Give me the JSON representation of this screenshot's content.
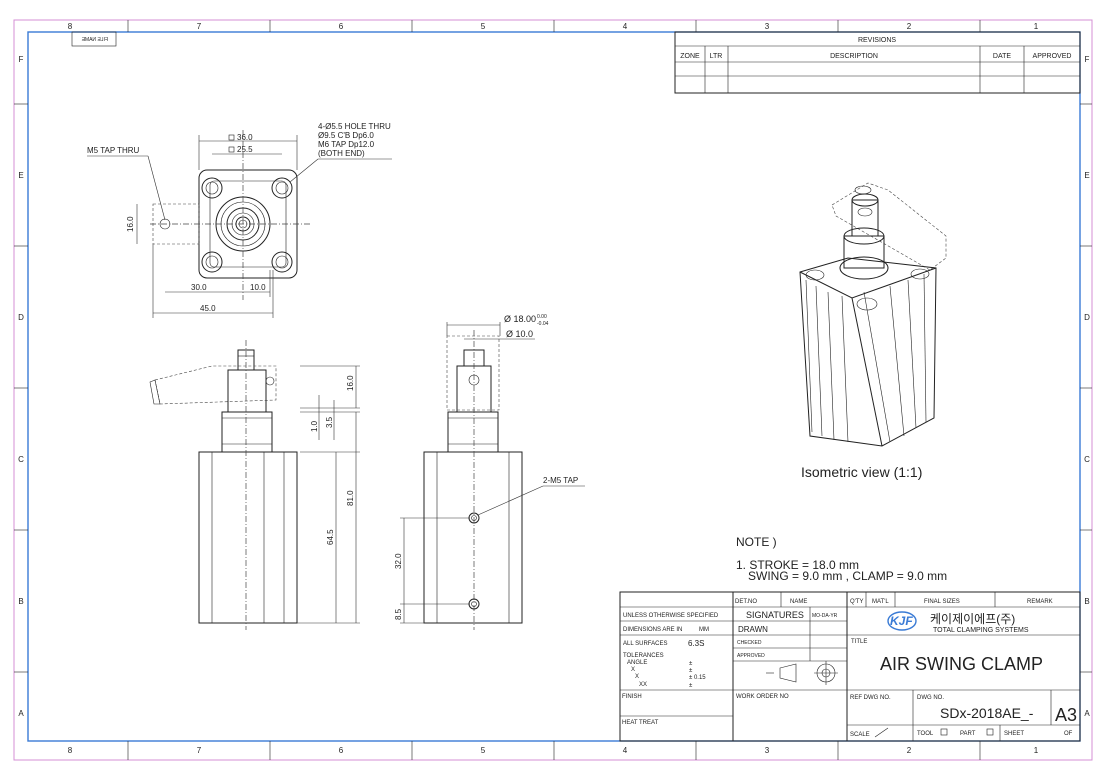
{
  "zones": {
    "columns": [
      "8",
      "7",
      "6",
      "5",
      "4",
      "3",
      "2",
      "1"
    ],
    "rows": [
      "F",
      "E",
      "D",
      "C",
      "B",
      "A"
    ]
  },
  "file_name_label": "FILE NAME",
  "revisions": {
    "title": "REVISIONS",
    "headers": [
      "ZONE",
      "LTR",
      "DESCRIPTION",
      "DATE",
      "APPROVED"
    ]
  },
  "top_view": {
    "callout_tap": "M5 TAP THRU",
    "callout_holes": [
      "4-Ø5.5 HOLE THRU",
      "Ø9.5 C'B Dp6.0",
      "M6 TAP Dp12.0",
      "(BOTH END)"
    ],
    "dim_36": "36.0",
    "dim_25": "25.5",
    "dim_16": "16.0",
    "dim_30": "30.0",
    "dim_10": "10.0",
    "dim_45": "45.0"
  },
  "front_view": {
    "dim_16": "16.0",
    "dim_1": "1.0",
    "dim_35": "3.5",
    "dim_81": "81.0",
    "dim_645": "64.5"
  },
  "side_view": {
    "dim_18": "Ø 18.00",
    "tol_upper": "0.00",
    "tol_lower": "-0.04",
    "dim_10": "Ø 10.0",
    "callout_m5": "2-M5 TAP",
    "dim_32": "32.0",
    "dim_85": "8.5"
  },
  "iso_caption": "Isometric view    (1:1)",
  "note": {
    "title": "NOTE )",
    "line1": "1. STROKE = 18.0 mm",
    "line2": "SWING = 9.0 mm , CLAMP = 9.0 mm"
  },
  "title_block": {
    "det_no": "DET.NO",
    "name": "NAME",
    "qty": "Q'TY",
    "matl": "MAT'L",
    "final_sizes": "FINAL SIZES",
    "remark": "REMARK",
    "unless": "UNLESS OTHERWISE SPECIFIED",
    "signatures": "SIGNATURES",
    "mo_da_yr": "MO-DA-YR",
    "dims_in": "DIMENSIONS ARE IN",
    "mm": "MM",
    "drawn": "DRAWN",
    "all_surfaces": "ALL SURFACES",
    "surface_val": "6.3S",
    "checked": "CHECKED",
    "approved": "APPROVED",
    "tolerances": "TOLERANCES",
    "angle": "ANGLE",
    "x": "X",
    "x2": "X",
    "xx": "XX",
    "pm": "±",
    "pm_015": "± 0.15",
    "logo": "KJF",
    "company_kr": "케이제이에프(주)",
    "company_en": "TOTAL CLAMPING SYSTEMS",
    "title_label": "TITLE",
    "title": "AIR SWING CLAMP",
    "finish": "FINISH",
    "work_order": "WORK ORDER NO",
    "ref_dwg": "REF DWG NO.",
    "dwg_no_label": "DWG NO.",
    "dwg_no": "SDx-2018AE_-",
    "size": "A3",
    "heat_treat": "HEAT TREAT",
    "scale": "SCALE",
    "tool": "TOOL",
    "part": "PART",
    "sheet": "SHEET",
    "of": "OF"
  }
}
